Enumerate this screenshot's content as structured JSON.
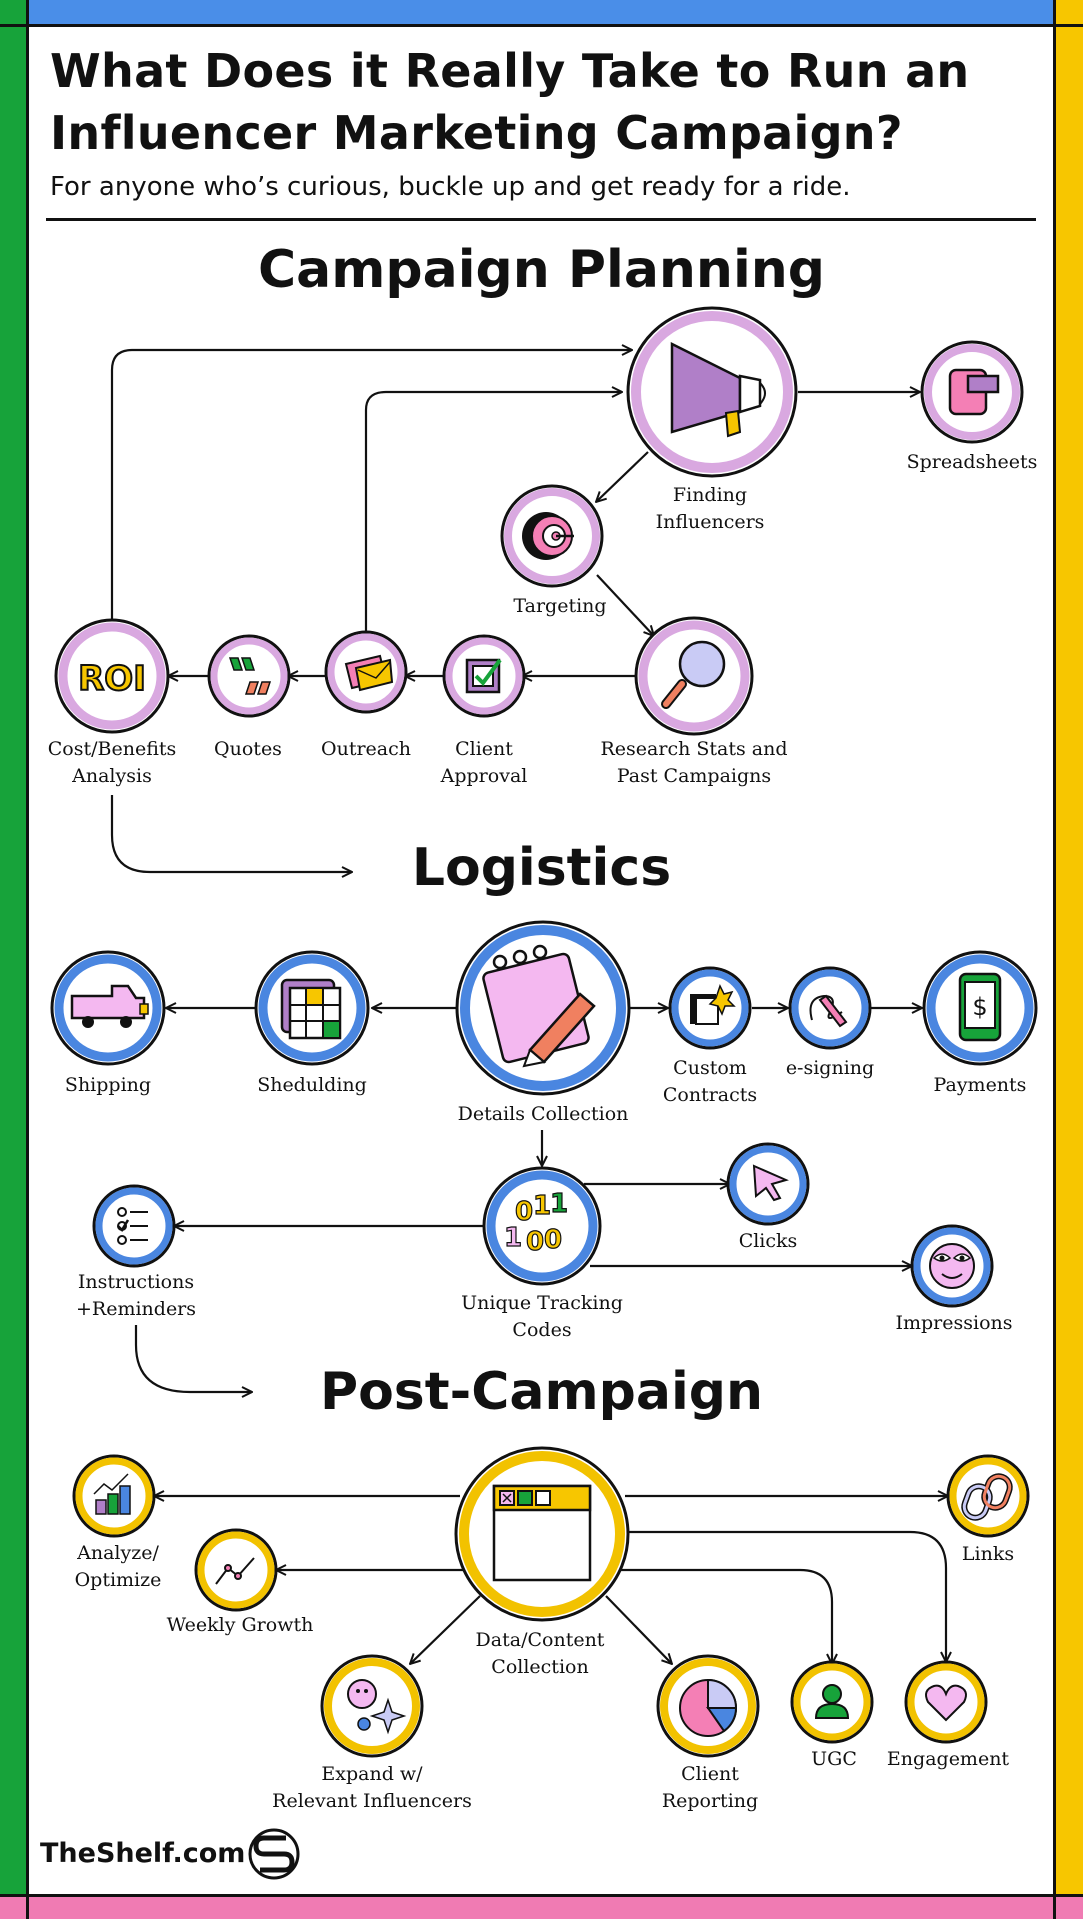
{
  "title": {
    "line1": "What Does it Really Take to Run an",
    "line2": "Influencer Marketing Campaign?"
  },
  "subtitle": "For anyone who’s curious, buckle up and get ready for a ride.",
  "colors": {
    "planning": "#d9a8e0",
    "logistics": "#4a86e0",
    "post": "#f2c200",
    "left_bar": "#17a33a",
    "right_bar": "#f7c600",
    "top_bar": "#4a8ee8",
    "bottom_bar": "#f07bb3"
  },
  "sections": {
    "planning": "Campaign Planning",
    "logistics": "Logistics",
    "post": "Post-Campaign"
  },
  "planning": {
    "finding": [
      "Finding",
      "Influencers"
    ],
    "spreadsheets": "Spreadsheets",
    "targeting": "Targeting",
    "research": [
      "Research Stats and",
      "Past Campaigns"
    ],
    "approval": [
      "Client",
      "Approval"
    ],
    "outreach": "Outreach",
    "quotes": "Quotes",
    "roi": [
      "Cost/Benefits",
      "Analysis"
    ],
    "roi_text": "ROI"
  },
  "logistics": {
    "shipping": "Shipping",
    "scheduling": "Shedulding",
    "details": "Details Collection",
    "contracts": [
      "Custom",
      "Contracts"
    ],
    "esigning": "e-signing",
    "payments": "Payments",
    "tracking": [
      "Unique Tracking",
      "Codes"
    ],
    "clicks": "Clicks",
    "impressions": "Impressions",
    "instructions": [
      "Instructions",
      "+Reminders"
    ]
  },
  "post": {
    "data": [
      "Data/Content",
      "Collection"
    ],
    "analyze": [
      "Analyze/",
      "Optimize"
    ],
    "weekly": "Weekly Growth",
    "expand": [
      "Expand w/",
      "Relevant Influencers"
    ],
    "reporting": [
      "Client",
      "Reporting"
    ],
    "ugc": "UGC",
    "engagement": "Engagement",
    "links": "Links"
  },
  "footer": "TheShelf.com"
}
